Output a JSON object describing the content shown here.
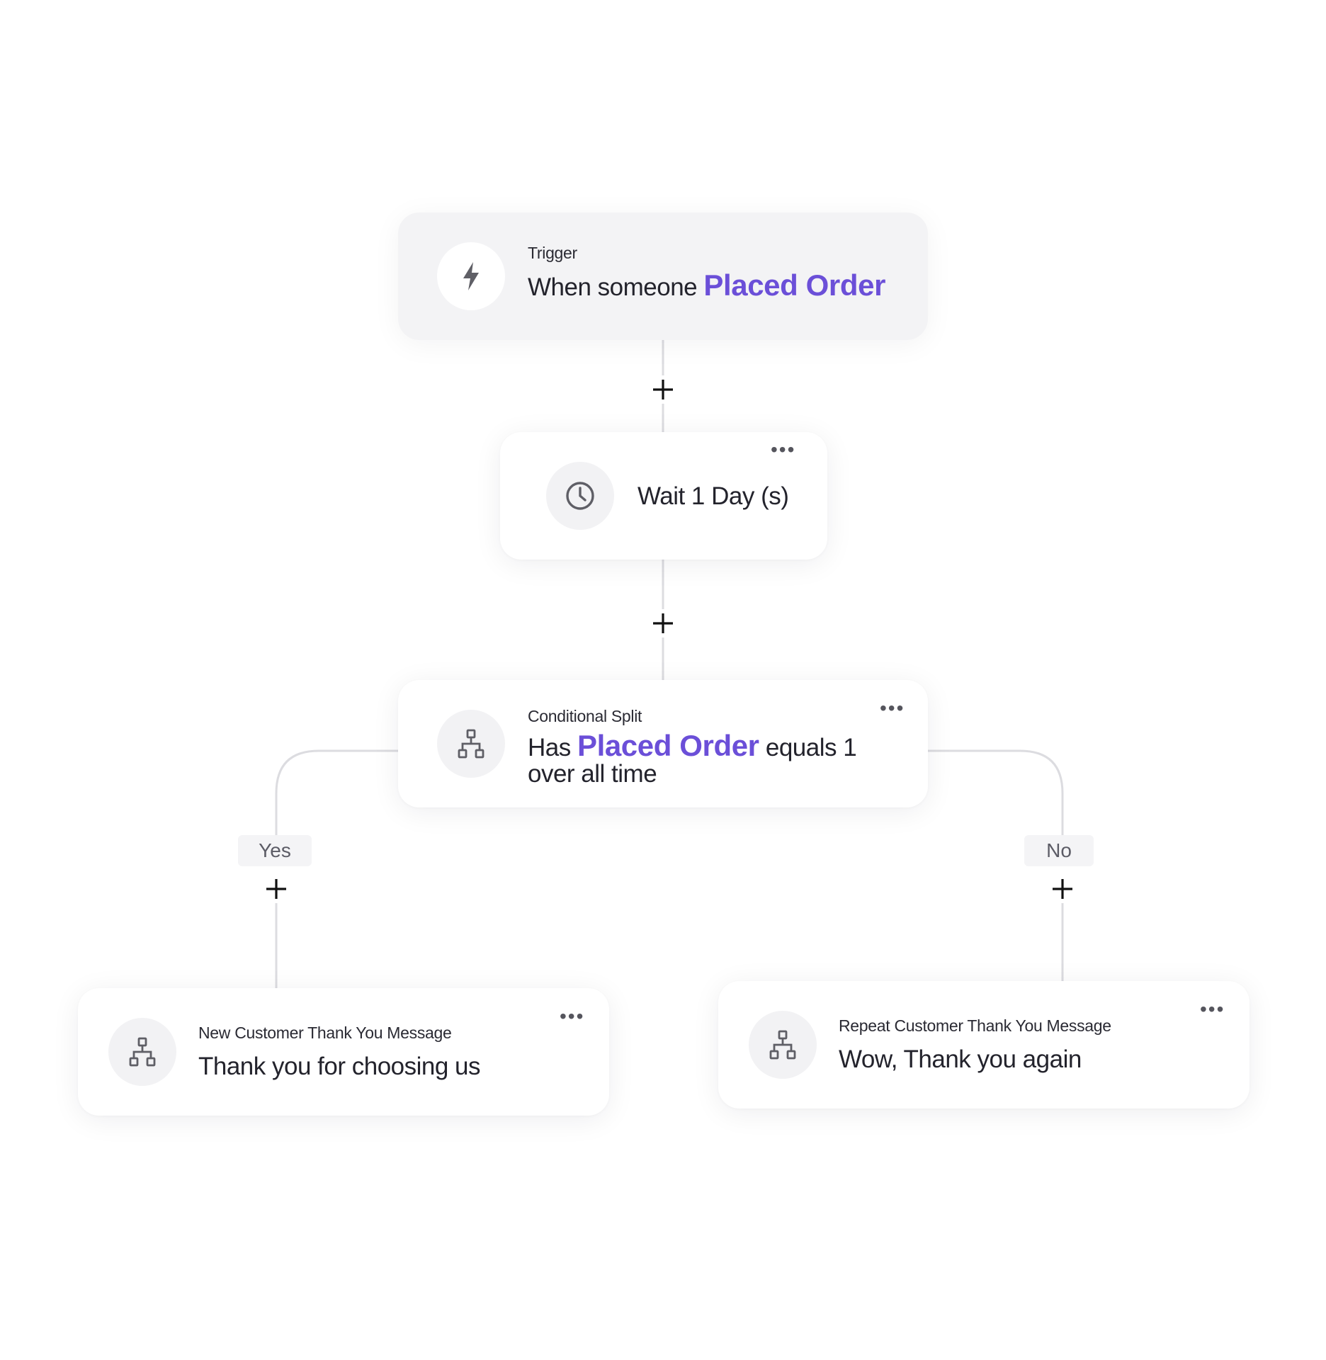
{
  "trigger": {
    "label": "Trigger",
    "text_prefix": "When someone ",
    "event": "Placed Order",
    "icon": "lightning-icon"
  },
  "wait": {
    "text": "Wait 1 Day (s)",
    "icon": "clock-icon",
    "menu": "•••"
  },
  "split": {
    "label": "Conditional Split",
    "text_prefix": "Has ",
    "event": "Placed Order",
    "text_suffix": " equals 1",
    "text_line2": "over all time",
    "icon": "hierarchy-icon",
    "menu": "•••"
  },
  "branches": {
    "yes": "Yes",
    "no": "No"
  },
  "yes_card": {
    "label": "New Customer Thank You Message",
    "text": "Thank you for choosing us",
    "icon": "hierarchy-icon",
    "menu": "•••"
  },
  "no_card": {
    "label": "Repeat Customer Thank You Message",
    "text": "Wow, Thank you again",
    "icon": "hierarchy-icon",
    "menu": "•••"
  },
  "colors": {
    "accent": "#6b4fd8",
    "text": "#23232c",
    "connector": "#d9d9de",
    "card_trigger_bg": "#f3f3f5"
  }
}
